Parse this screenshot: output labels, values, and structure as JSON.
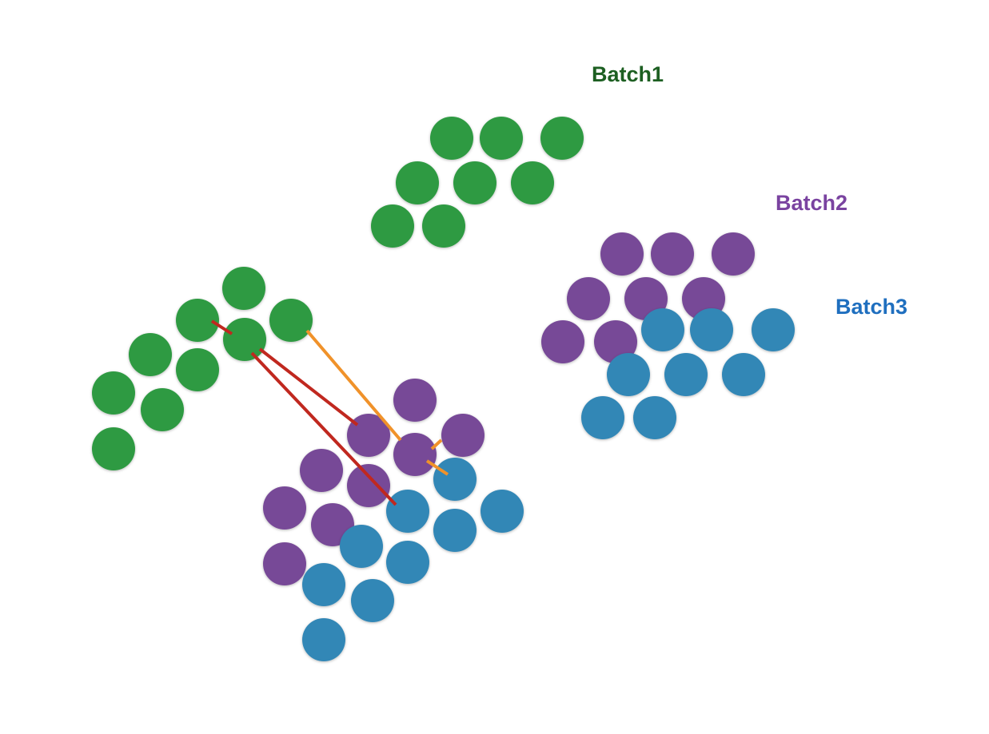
{
  "colors": {
    "batch1": "#2f9a42",
    "batch2": "#774a97",
    "batch3": "#3387b6",
    "label_batch1": "#1d5f22",
    "label_batch2": "#7a43a0",
    "label_batch3": "#1f6fbf",
    "link_red": "#c0281f",
    "link_orange": "#f0922a"
  },
  "labels": {
    "batch1": "Batch1",
    "batch2": "Batch2",
    "batch3": "Batch3"
  }
}
